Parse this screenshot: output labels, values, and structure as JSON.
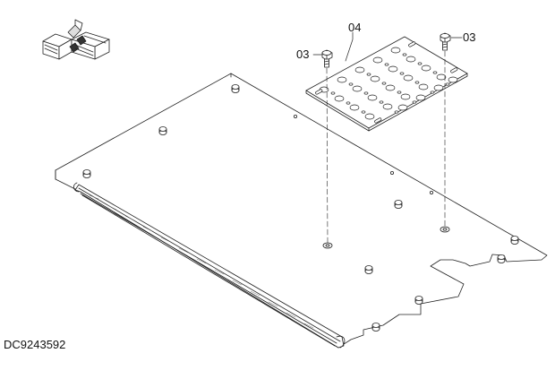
{
  "callouts": {
    "plate_part": "04",
    "bolt_left": "03",
    "bolt_right": "03"
  },
  "drawing_code": "DC9243592",
  "colors": {
    "line": "#222222",
    "background": "#ffffff"
  },
  "icons": {
    "location_indicator": "machine-location-icon"
  }
}
